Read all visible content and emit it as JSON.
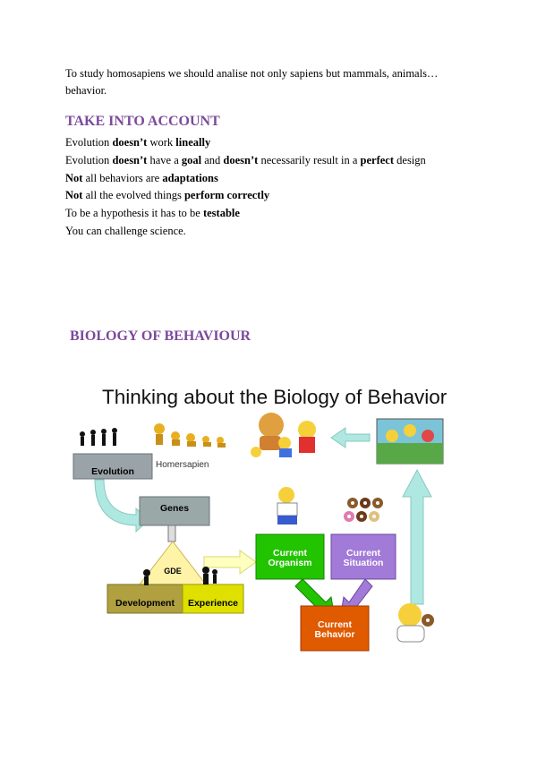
{
  "intro": "To study homosapiens we should analise not only sapiens but mammals, animals… behavior.",
  "section1": {
    "heading": "TAKE INTO ACCOUNT",
    "lines": [
      [
        {
          "t": "Evolution "
        },
        {
          "t": "doesn’t",
          "b": true
        },
        {
          "t": " work "
        },
        {
          "t": "lineally",
          "b": true
        }
      ],
      [
        {
          "t": "Evolution "
        },
        {
          "t": "doesn’t",
          "b": true
        },
        {
          "t": " have a "
        },
        {
          "t": "goal",
          "b": true
        },
        {
          "t": " and "
        },
        {
          "t": "doesn’t",
          "b": true
        },
        {
          "t": " necessarily result in a "
        },
        {
          "t": "perfect",
          "b": true
        },
        {
          "t": " design"
        }
      ],
      [
        {
          "t": "Not",
          "b": true
        },
        {
          "t": " all behaviors are "
        },
        {
          "t": "adaptations",
          "b": true
        }
      ],
      [
        {
          "t": "Not",
          "b": true
        },
        {
          "t": " all the evolved things "
        },
        {
          "t": "perform correctly",
          "b": true
        }
      ],
      [
        {
          "t": "To be a hypothesis it has to be "
        },
        {
          "t": "testable",
          "b": true
        }
      ],
      [
        {
          "t": "You can challenge science."
        }
      ]
    ]
  },
  "section2": {
    "heading": "BIOLOGY OF BEHAVIOUR"
  },
  "diagram": {
    "title": "Thinking about the Biology of Behavior",
    "caption": "Homersapien",
    "boxes": {
      "evolution": "Evolution",
      "genes": "Genes",
      "gde": "GDE",
      "development": "Development",
      "experience": "Experience",
      "organism": "Current\nOrganism",
      "situation": "Current\nSituation",
      "behavior": "Current\nBehavior"
    },
    "colors": {
      "evolution": "#9aa3a8",
      "genes": "#9aa8a8",
      "gde": "#fff3a8",
      "development": "#b0a040",
      "experience": "#dfe000",
      "organism": "#22c400",
      "situation": "#a27ad8",
      "behavior": "#e05a00",
      "arrow_blue": "#aee8e0",
      "arrow_yellow": "#ffffc0",
      "heading": "#7b4a9c"
    }
  }
}
